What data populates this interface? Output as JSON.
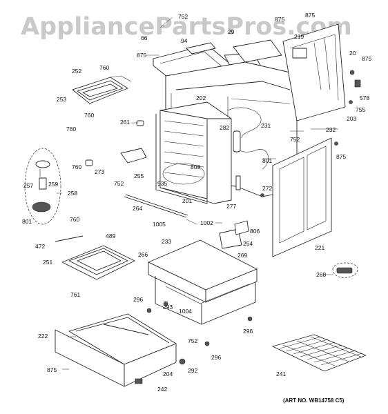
{
  "watermark": "AppliancePartsPros.com",
  "art_number": "(ART NO. WB14758 C5)",
  "labels": {
    "p752a": "752",
    "p875a": "875",
    "p875b": "875",
    "p875c": "875",
    "p875d": "875",
    "p875e": "875",
    "p875f": "875",
    "p66": "66",
    "p94": "94",
    "p29": "29",
    "p219": "219",
    "p20": "20",
    "p578": "578",
    "p755": "755",
    "p203": "203",
    "p232": "232",
    "p752b": "752",
    "p752c": "752",
    "p752d": "752",
    "p760a": "760",
    "p760b": "760",
    "p760c": "760",
    "p760d": "760",
    "p252": "252",
    "p253": "253",
    "p261": "261",
    "p202": "202",
    "p282": "282",
    "p231": "231",
    "p801a": "801",
    "p801b": "801",
    "p273": "273",
    "p255": "255",
    "p809": "809",
    "p935": "935",
    "p201": "201",
    "p272": "272",
    "p277": "277",
    "p264": "264",
    "p257": "257",
    "p259": "259",
    "p258": "258",
    "p1005": "1005",
    "p1002": "1002",
    "p806": "806",
    "p254": "254",
    "p269": "269",
    "p221": "221",
    "p472": "472",
    "p489": "489",
    "p251": "251",
    "p233": "233",
    "p266": "266",
    "p268": "268",
    "p761": "761",
    "p296a": "296",
    "p293": "293",
    "p1004": "1004",
    "p296b": "296",
    "p296c": "296",
    "p222": "222",
    "p292": "292",
    "p204": "204",
    "p241": "241",
    "p242": "242"
  }
}
